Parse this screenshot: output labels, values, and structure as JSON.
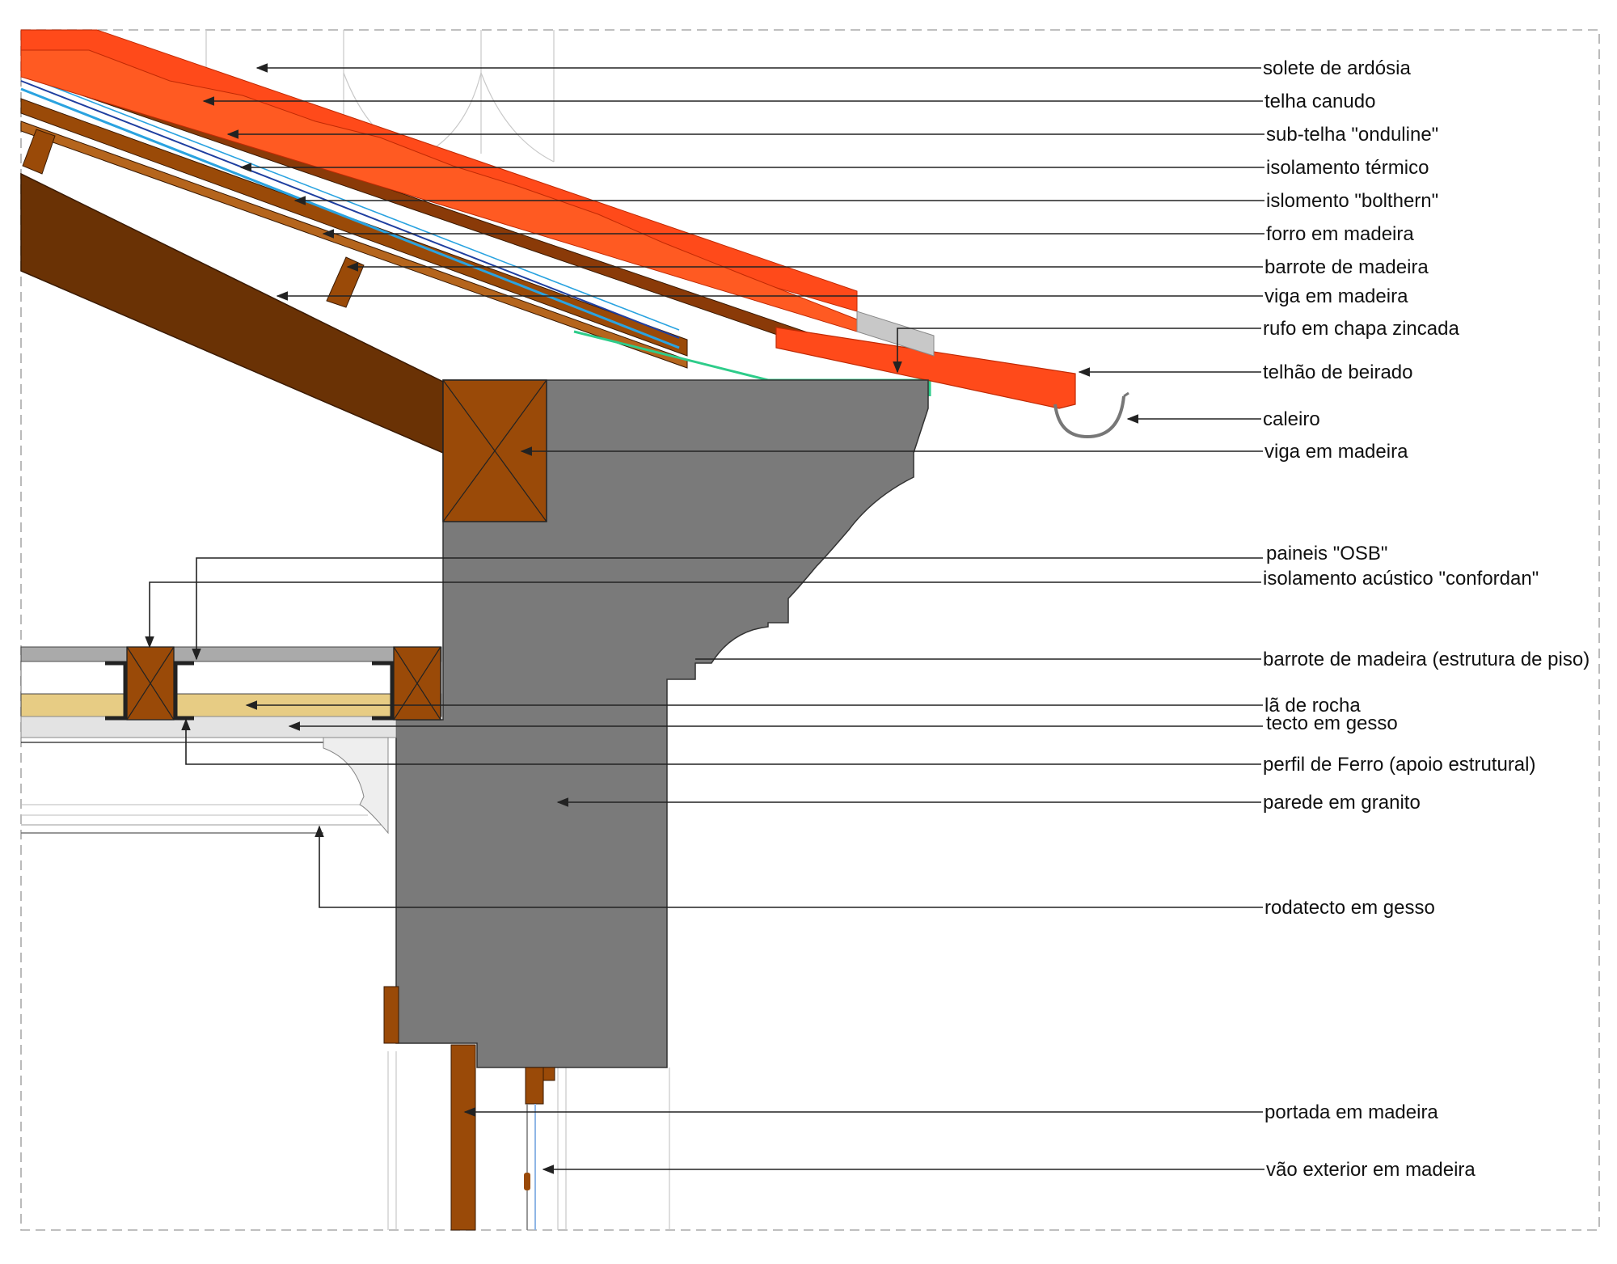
{
  "drawing": {
    "type": "construction-section-detail",
    "language": "pt",
    "colors": {
      "slate": "#ff4a1a",
      "timber": "#9a4a08",
      "timber_dark": "#6a3205",
      "granite": "#7a7a7a",
      "insulation_blue": "#2aa3e0",
      "flashing_green": "#2ecc8a",
      "rock_wool": "#e7cc84",
      "plaster": "#e3e3e3",
      "border": "#aaaaaa"
    }
  },
  "labels": [
    {
      "id": "solete",
      "text": "solete de ardósia"
    },
    {
      "id": "telha-canudo",
      "text": "telha canudo"
    },
    {
      "id": "sub-telha",
      "text": "sub-telha \"onduline\""
    },
    {
      "id": "isolamento-termico",
      "text": "isolamento térmico"
    },
    {
      "id": "bolthern",
      "text": "islomento \"bolthern\""
    },
    {
      "id": "forro",
      "text": "forro em madeira"
    },
    {
      "id": "barrote",
      "text": "barrote de madeira"
    },
    {
      "id": "viga-1",
      "text": "viga em madeira"
    },
    {
      "id": "rufo",
      "text": "rufo em chapa zincada"
    },
    {
      "id": "telhao",
      "text": "telhão de beirado"
    },
    {
      "id": "caleiro",
      "text": "caleiro"
    },
    {
      "id": "viga-2",
      "text": "viga em madeira"
    },
    {
      "id": "osb",
      "text": "paineis \"OSB\""
    },
    {
      "id": "confordan",
      "text": "isolamento acústico  \"confordan\""
    },
    {
      "id": "barrote-piso",
      "text": "barrote de madeira (estrutura de piso)"
    },
    {
      "id": "la-rocha",
      "text": "lã de rocha"
    },
    {
      "id": "tecto",
      "text": "tecto em gesso"
    },
    {
      "id": "perfil-ferro",
      "text": "perfil de Ferro (apoio estrutural)"
    },
    {
      "id": "parede",
      "text": "parede em granito"
    },
    {
      "id": "rodatecto",
      "text": "rodatecto  em gesso"
    },
    {
      "id": "portada",
      "text": "portada em madeira"
    },
    {
      "id": "vao",
      "text": "vão exterior em madeira"
    }
  ]
}
